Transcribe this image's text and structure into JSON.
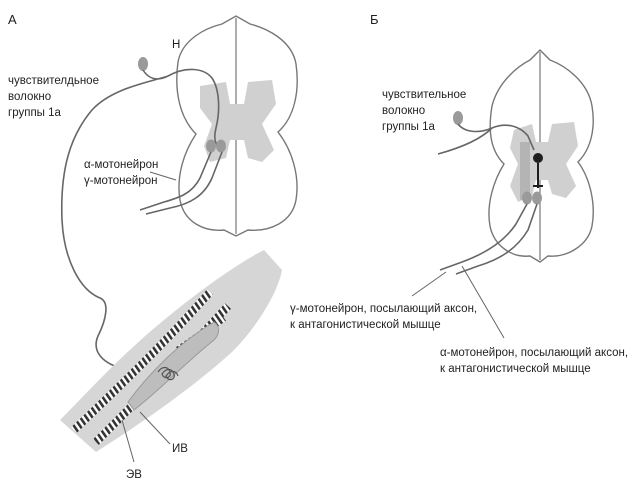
{
  "panel_a": {
    "letter": "А",
    "h_label": "Н",
    "sensory_line1": "чувствителдьное",
    "sensory_line2": "волокно",
    "sensory_line3": "группы 1а",
    "alpha_label": "α-мотонейрон",
    "gamma_label": "γ-мотонейрон",
    "iv_label": "ИВ",
    "ev_label": "ЭВ"
  },
  "panel_b": {
    "letter": "Б",
    "sensory_line1": "чувствительное",
    "sensory_line2": "волокно",
    "sensory_line3": "группы 1а",
    "gamma_line1": "γ-мотонейрон, посылающий аксон,",
    "gamma_line2": "к антагонистической мышце",
    "alpha_line1": "α-мотонейрон, посылающий аксон,",
    "alpha_line2": "к антагонистической мышце"
  },
  "colors": {
    "stroke": "#666666",
    "gray_matter": "#d0d0d0",
    "neuron": "#9a9a9a",
    "muscle": "#d6d6d6",
    "spindle": "#bdbdbd",
    "fiber": "#333333"
  }
}
